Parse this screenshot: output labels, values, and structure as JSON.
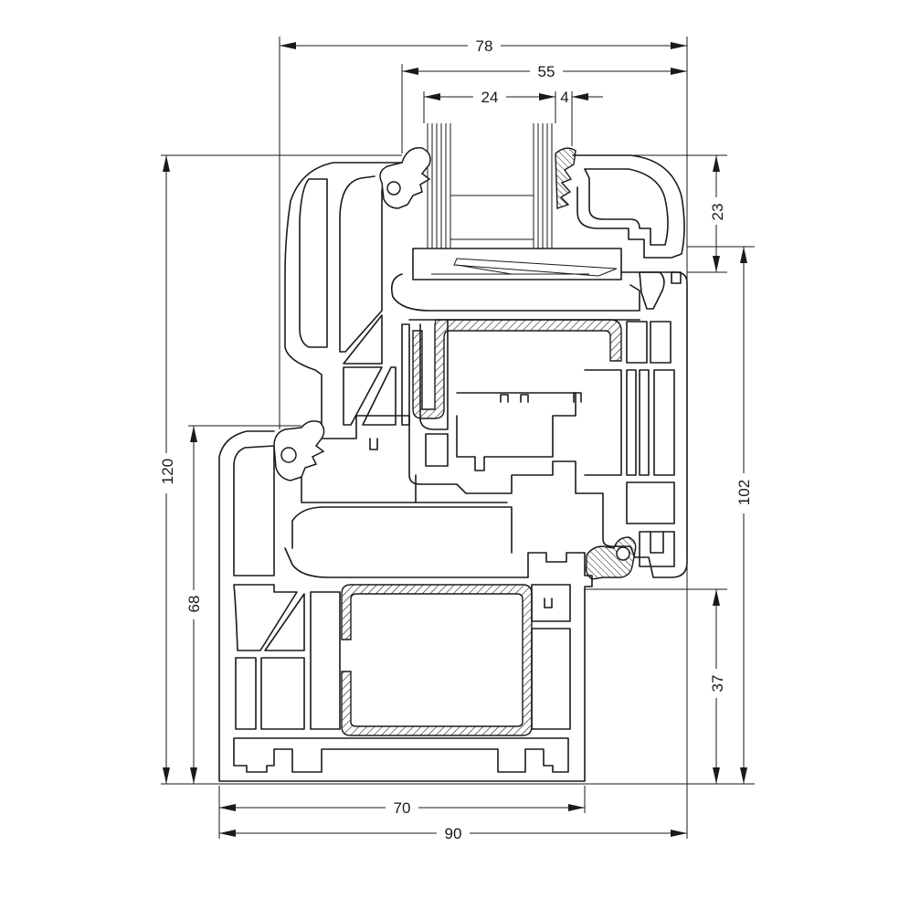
{
  "drawing": {
    "dimensions": {
      "top_overall": "78",
      "top_sash": "55",
      "glass": "24",
      "glass_offset": "4",
      "bead_height": "23",
      "total_height": "120",
      "frame_height": "68",
      "sash_height": "102",
      "bottom_right": "37",
      "frame_depth": "70",
      "overall_depth": "90"
    }
  }
}
